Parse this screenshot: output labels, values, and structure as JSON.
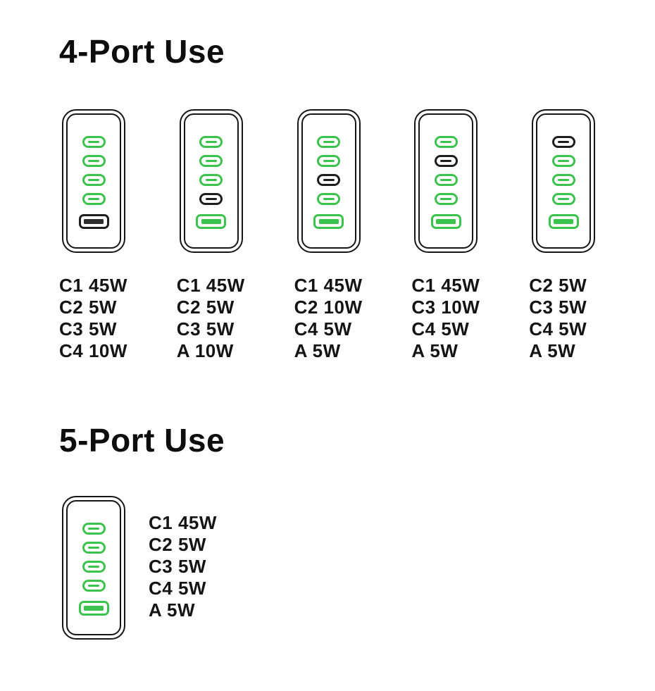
{
  "colors": {
    "active_green": "#3cc34e",
    "outline_black": "#161616",
    "inactive_dark": "#1e1e1e",
    "bottom_divider_gray": "#f1f1f4"
  },
  "sections": [
    {
      "title": "4-Port Use",
      "chargers": [
        {
          "ports": [
            "c-active",
            "c-active",
            "c-active",
            "c-active",
            "a-inactive"
          ],
          "labels": [
            "C1 45W",
            "C2 5W",
            "C3 5W",
            "C4 10W"
          ]
        },
        {
          "ports": [
            "c-active",
            "c-active",
            "c-active",
            "c-inactive",
            "a-active"
          ],
          "labels": [
            "C1 45W",
            "C2 5W",
            "C3 5W",
            "A 10W"
          ]
        },
        {
          "ports": [
            "c-active",
            "c-active",
            "c-inactive",
            "c-active",
            "a-active"
          ],
          "labels": [
            "C1 45W",
            "C2 10W",
            "C4 5W",
            "A 5W"
          ]
        },
        {
          "ports": [
            "c-active",
            "c-inactive",
            "c-active",
            "c-active",
            "a-active"
          ],
          "labels": [
            "C1 45W",
            "C3 10W",
            "C4 5W",
            "A 5W"
          ]
        },
        {
          "ports": [
            "c-inactive",
            "c-active",
            "c-active",
            "c-active",
            "a-active"
          ],
          "labels": [
            "C2 5W",
            "C3 5W",
            "C4 5W",
            "A 5W"
          ]
        }
      ]
    },
    {
      "title": "5-Port Use",
      "chargers": [
        {
          "ports": [
            "c-active",
            "c-active",
            "c-active",
            "c-active",
            "a-active"
          ],
          "labels": [
            "C1 45W",
            "C2 5W",
            "C3 5W",
            "C4 5W",
            "A 5W"
          ]
        }
      ]
    }
  ]
}
